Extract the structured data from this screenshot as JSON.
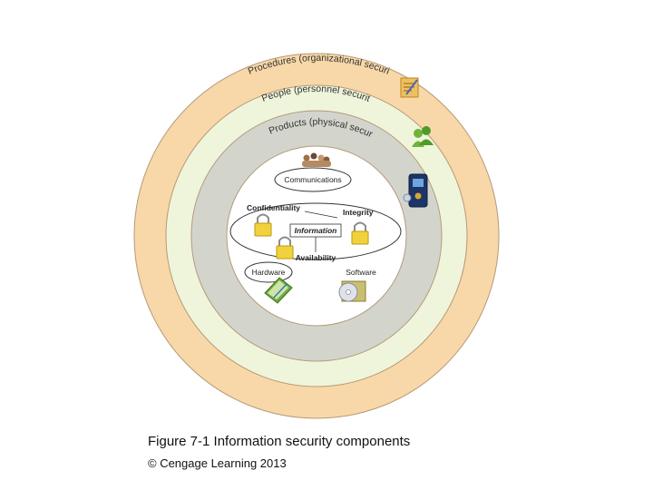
{
  "rings": {
    "procedures": "Procedures (organizational security)",
    "people": "People (personnel security)",
    "products": "Products (physical security)"
  },
  "center": {
    "communications": "Communications",
    "confidentiality": "Confidentiality",
    "integrity": "Integrity",
    "information": "Information",
    "availability": "Availability",
    "hardware": "Hardware",
    "software": "Software"
  },
  "caption": "Figure 7-1 Information security components",
  "credit": "© Cengage Learning 2013",
  "colors": {
    "procedures_ring": "#f8d8a8",
    "people_ring": "#eff5da",
    "products_ring": "#d3d5cd",
    "ring_stroke": "#b59a78",
    "lock": "#f2d23c",
    "lock_shackle": "#8c8c8c"
  }
}
